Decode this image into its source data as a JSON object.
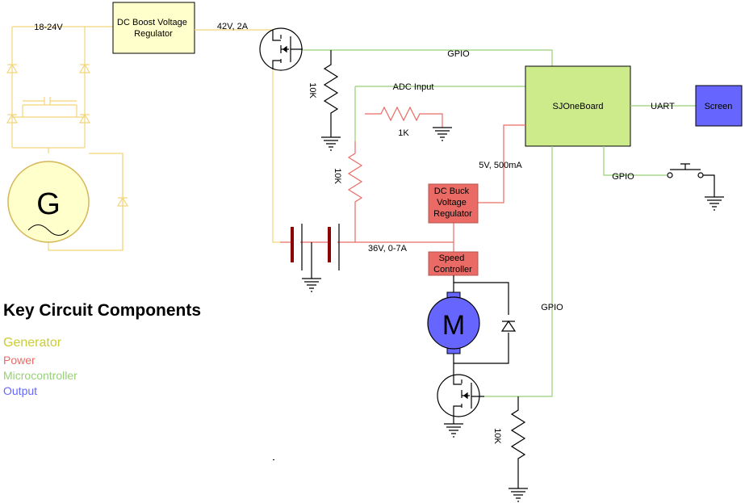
{
  "colors": {
    "generator": "#cccc33",
    "power": "#ea6b66",
    "microcontroller": "#97d077",
    "output": "#6666ff"
  },
  "labels": {
    "input_voltage": "18-24V",
    "boost_regulator": [
      "DC Boost Voltage",
      "Regulator"
    ],
    "boost_output": "42V, 2A",
    "gpio_top": "GPIO",
    "adc_input": "ADC Input",
    "r_10k_a": "10K",
    "r_1k": "1K",
    "r_10k_b": "10K",
    "r_10k_c": "10K",
    "mcu": "SJOneBoard",
    "uart": "UART",
    "screen": "Screen",
    "gpio_button": "GPIO",
    "buck_supply": "5V, 500mA",
    "buck_regulator": [
      "DC Buck",
      "Voltage",
      "Regulator"
    ],
    "battery": "36V, 0-7A",
    "speed_controller": [
      "Speed",
      "Controller"
    ],
    "gpio_mosfet": "GPIO",
    "generator_symbol": "G",
    "motor_symbol": "M"
  },
  "legend": {
    "title": "Key Circuit Components",
    "items": [
      {
        "label": "Generator",
        "color": "#cccc33"
      },
      {
        "label": "Power",
        "color": "#ea6b66"
      },
      {
        "label": "Microcontroller",
        "color": "#97d077"
      },
      {
        "label": "Output",
        "color": "#6666ff"
      }
    ]
  }
}
